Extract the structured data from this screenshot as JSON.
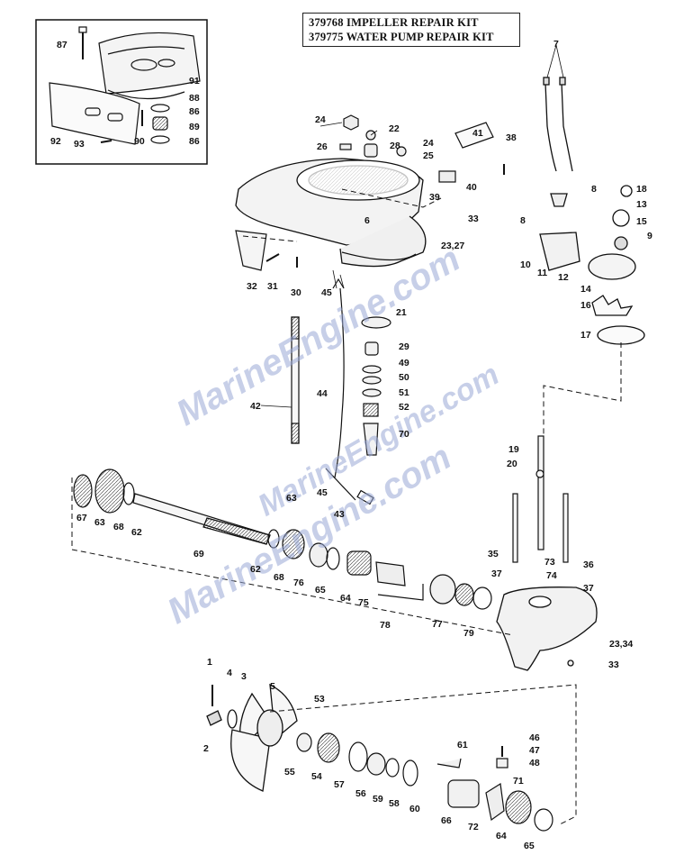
{
  "kit_labels": [
    "379768 IMPELLER REPAIR KIT",
    "379775 WATER PUMP REPAIR KIT"
  ],
  "watermarks": [
    "MarineEngine.com",
    "MarineEngine.com",
    "MarineEngine.com"
  ],
  "callouts": [
    {
      "id": "87",
      "text": "87"
    },
    {
      "id": "91",
      "text": "91"
    },
    {
      "id": "88",
      "text": "88"
    },
    {
      "id": "86a",
      "text": "86"
    },
    {
      "id": "89",
      "text": "89"
    },
    {
      "id": "86b",
      "text": "86"
    },
    {
      "id": "92",
      "text": "92"
    },
    {
      "id": "93",
      "text": "93"
    },
    {
      "id": "90",
      "text": "90"
    },
    {
      "id": "24a",
      "text": "24"
    },
    {
      "id": "22",
      "text": "22"
    },
    {
      "id": "26",
      "text": "26"
    },
    {
      "id": "28",
      "text": "28"
    },
    {
      "id": "24b",
      "text": "24"
    },
    {
      "id": "25",
      "text": "25"
    },
    {
      "id": "41",
      "text": "41"
    },
    {
      "id": "38",
      "text": "38"
    },
    {
      "id": "40",
      "text": "40"
    },
    {
      "id": "39",
      "text": "39"
    },
    {
      "id": "6",
      "text": "6"
    },
    {
      "id": "33a",
      "text": "33"
    },
    {
      "id": "23_27",
      "text": "23,27"
    },
    {
      "id": "32",
      "text": "32"
    },
    {
      "id": "31",
      "text": "31"
    },
    {
      "id": "30",
      "text": "30"
    },
    {
      "id": "45a",
      "text": "45"
    },
    {
      "id": "21",
      "text": "21"
    },
    {
      "id": "29",
      "text": "29"
    },
    {
      "id": "49",
      "text": "49"
    },
    {
      "id": "50",
      "text": "50"
    },
    {
      "id": "51",
      "text": "51"
    },
    {
      "id": "52",
      "text": "52"
    },
    {
      "id": "42",
      "text": "42"
    },
    {
      "id": "44",
      "text": "44"
    },
    {
      "id": "70",
      "text": "70"
    },
    {
      "id": "45b",
      "text": "45"
    },
    {
      "id": "43",
      "text": "43"
    },
    {
      "id": "7",
      "text": "7"
    },
    {
      "id": "8a",
      "text": "8"
    },
    {
      "id": "18",
      "text": "18"
    },
    {
      "id": "13",
      "text": "13"
    },
    {
      "id": "8b",
      "text": "8"
    },
    {
      "id": "15",
      "text": "15"
    },
    {
      "id": "9",
      "text": "9"
    },
    {
      "id": "10",
      "text": "10"
    },
    {
      "id": "11",
      "text": "11"
    },
    {
      "id": "12",
      "text": "12"
    },
    {
      "id": "14",
      "text": "14"
    },
    {
      "id": "16",
      "text": "16"
    },
    {
      "id": "17",
      "text": "17"
    },
    {
      "id": "19",
      "text": "19"
    },
    {
      "id": "20",
      "text": "20"
    },
    {
      "id": "35",
      "text": "35"
    },
    {
      "id": "36",
      "text": "36"
    },
    {
      "id": "37a",
      "text": "37"
    },
    {
      "id": "73",
      "text": "73"
    },
    {
      "id": "74",
      "text": "74"
    },
    {
      "id": "37b",
      "text": "37"
    },
    {
      "id": "23_34",
      "text": "23,34"
    },
    {
      "id": "33b",
      "text": "33"
    },
    {
      "id": "67",
      "text": "67"
    },
    {
      "id": "63a",
      "text": "63"
    },
    {
      "id": "68a",
      "text": "68"
    },
    {
      "id": "62a",
      "text": "62"
    },
    {
      "id": "63b",
      "text": "63"
    },
    {
      "id": "69",
      "text": "69"
    },
    {
      "id": "62b",
      "text": "62"
    },
    {
      "id": "68b",
      "text": "68"
    },
    {
      "id": "76",
      "text": "76"
    },
    {
      "id": "65a",
      "text": "65"
    },
    {
      "id": "64a",
      "text": "64"
    },
    {
      "id": "75",
      "text": "75"
    },
    {
      "id": "78",
      "text": "78"
    },
    {
      "id": "77",
      "text": "77"
    },
    {
      "id": "79",
      "text": "79"
    },
    {
      "id": "1",
      "text": "1"
    },
    {
      "id": "4",
      "text": "4"
    },
    {
      "id": "3",
      "text": "3"
    },
    {
      "id": "5",
      "text": "5"
    },
    {
      "id": "2",
      "text": "2"
    },
    {
      "id": "53",
      "text": "53"
    },
    {
      "id": "55",
      "text": "55"
    },
    {
      "id": "54",
      "text": "54"
    },
    {
      "id": "57",
      "text": "57"
    },
    {
      "id": "56",
      "text": "56"
    },
    {
      "id": "59",
      "text": "59"
    },
    {
      "id": "58",
      "text": "58"
    },
    {
      "id": "60",
      "text": "60"
    },
    {
      "id": "61",
      "text": "61"
    },
    {
      "id": "46",
      "text": "46"
    },
    {
      "id": "47",
      "text": "47"
    },
    {
      "id": "48",
      "text": "48"
    },
    {
      "id": "71",
      "text": "71"
    },
    {
      "id": "66",
      "text": "66"
    },
    {
      "id": "72",
      "text": "72"
    },
    {
      "id": "64b",
      "text": "64"
    },
    {
      "id": "65b",
      "text": "65"
    }
  ]
}
